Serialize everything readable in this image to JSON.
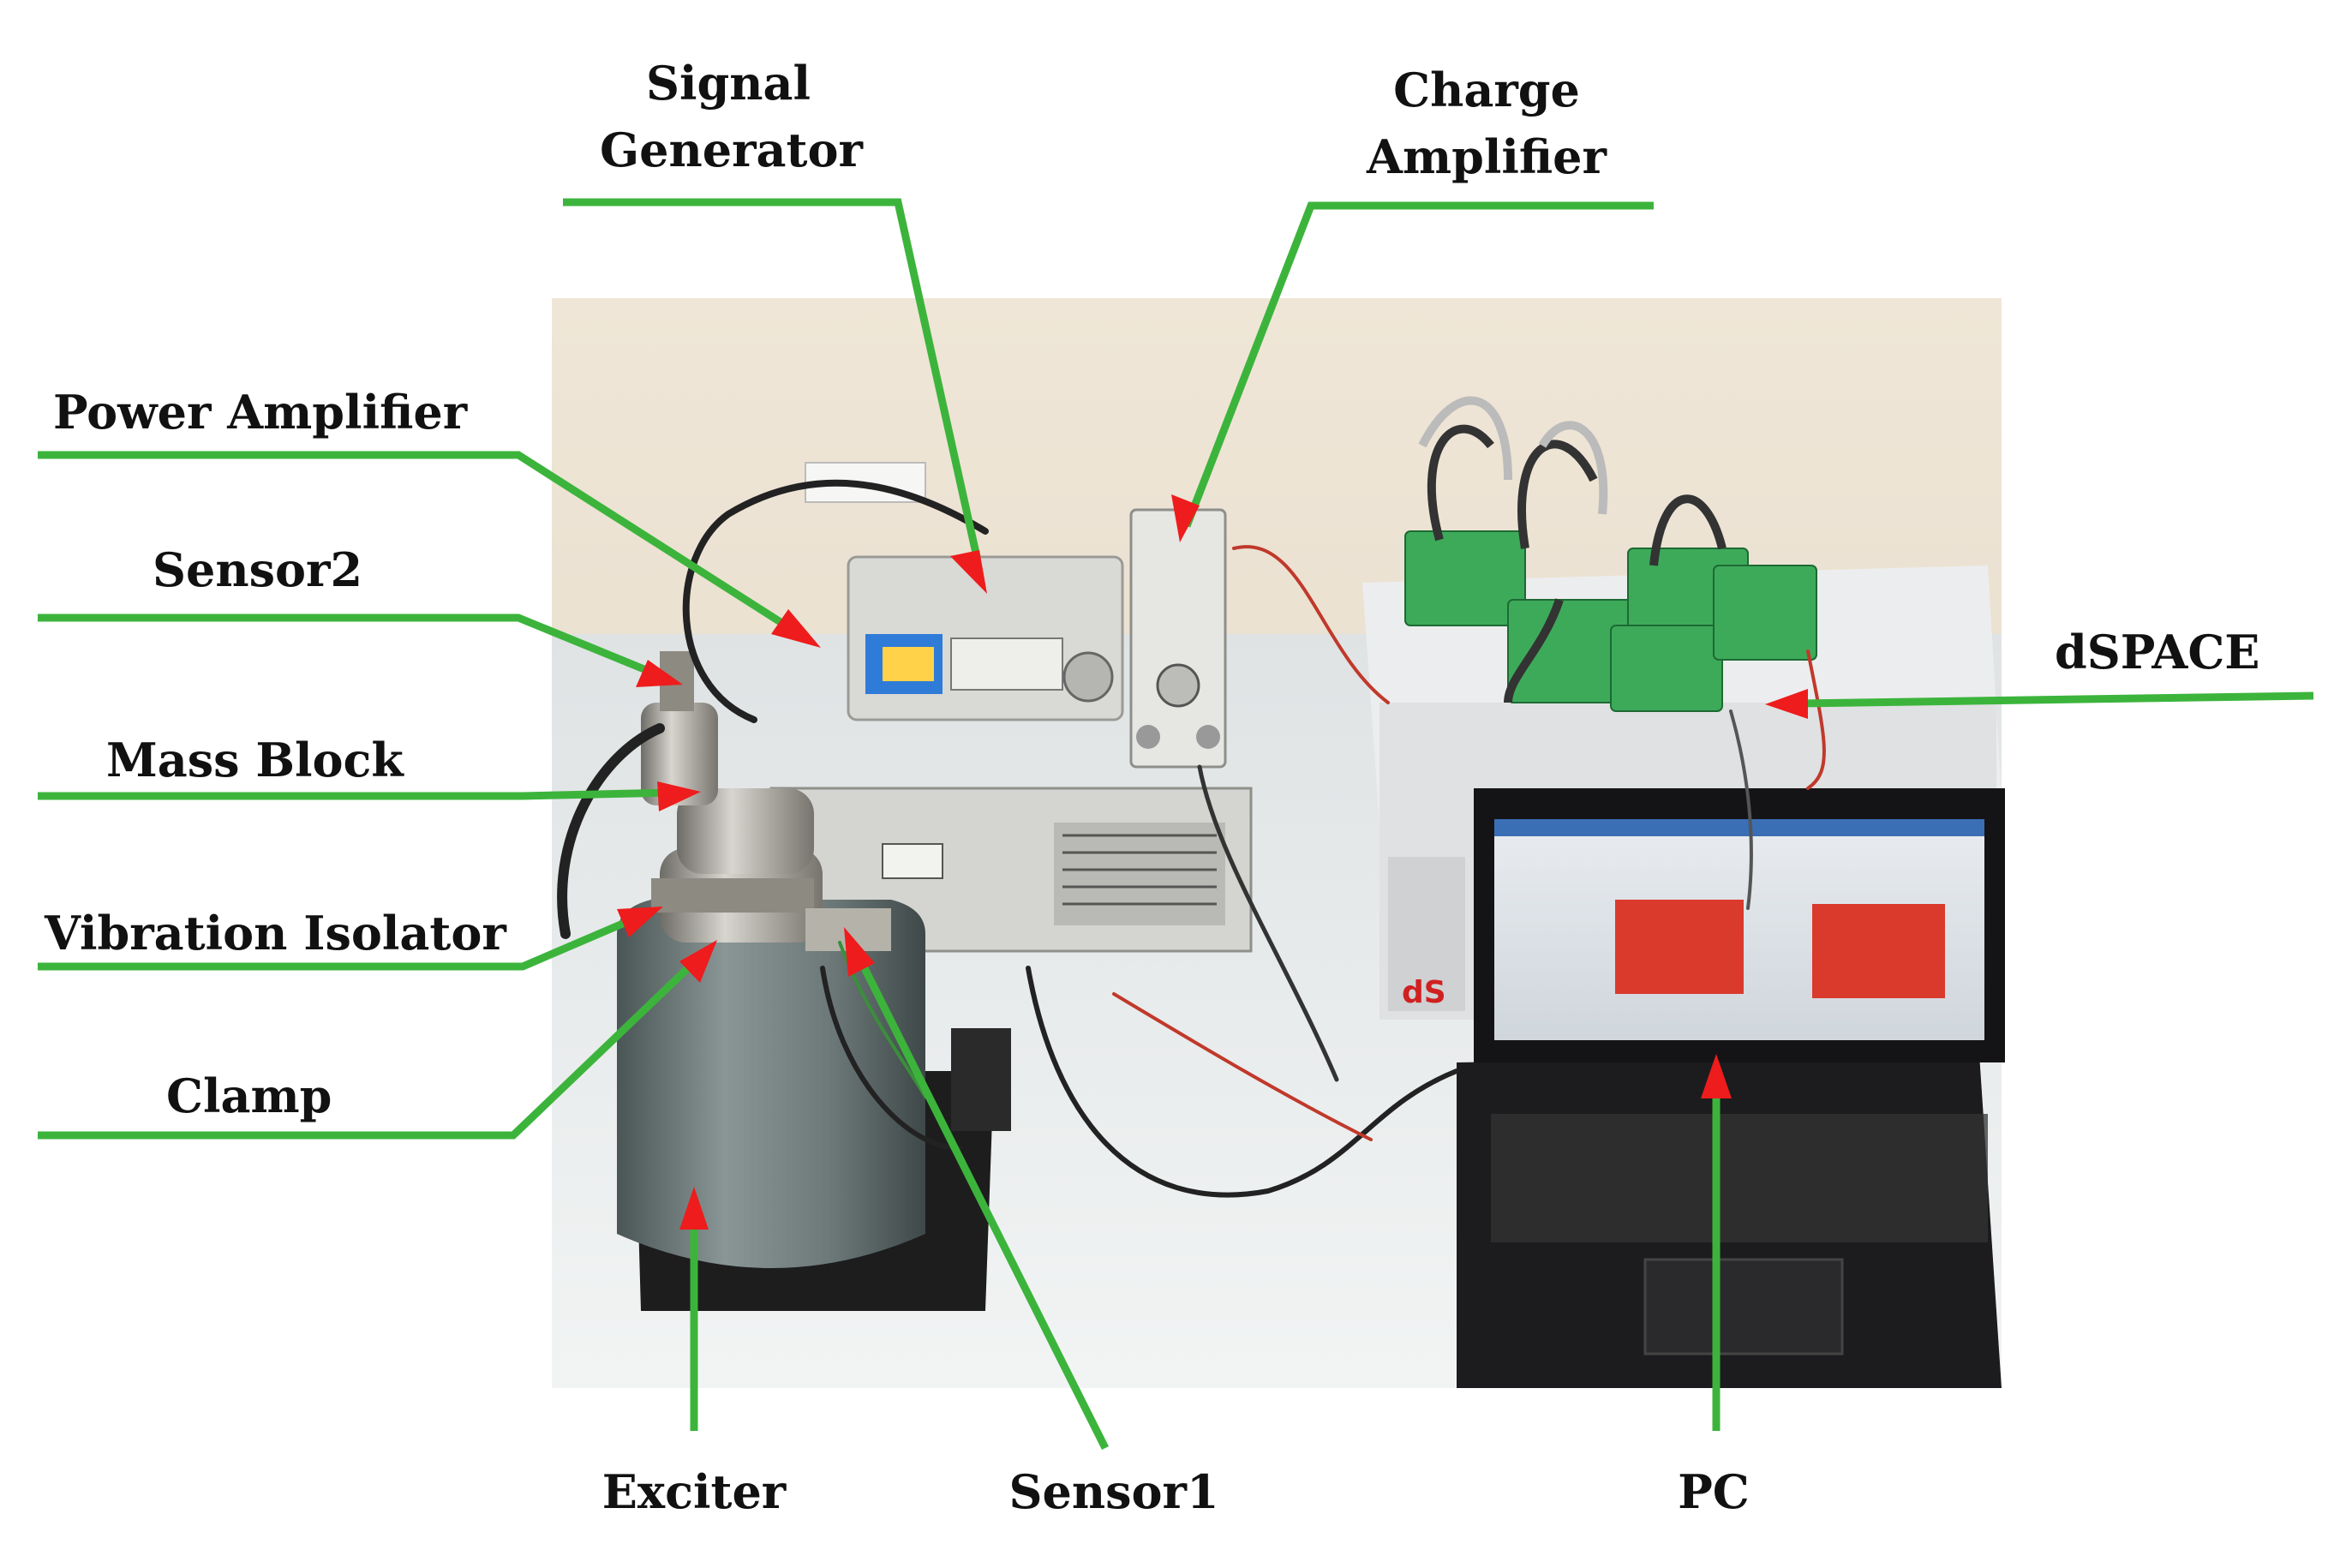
{
  "labels": {
    "signal_generator": [
      "Signal",
      "Generator"
    ],
    "charge_amplifier": [
      "Charge",
      "Amplifier"
    ],
    "power_amplifier": "Power Amplifier",
    "sensor2": "Sensor2",
    "mass_block": "Mass Block",
    "vibration_isolator": "Vibration Isolator",
    "clamp": "Clamp",
    "dspace": "dSPACE",
    "exciter": "Exciter",
    "sensor1": "Sensor1",
    "pc": "PC"
  },
  "colors": {
    "leader_line": "#3cb43c",
    "arrow_head": "#ee1c1c",
    "label_text": "#111111"
  }
}
